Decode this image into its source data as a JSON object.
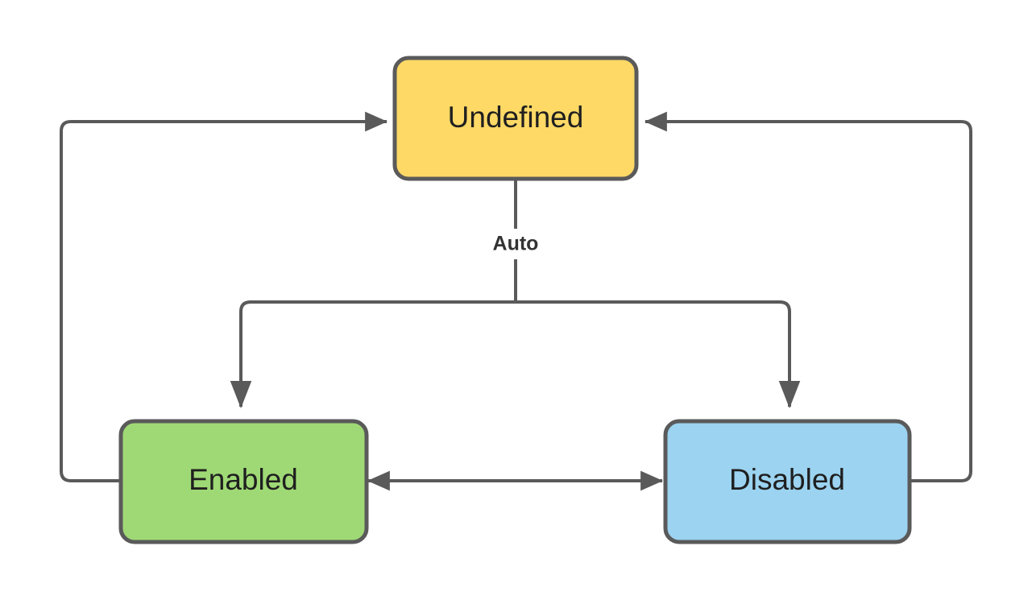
{
  "diagram": {
    "type": "state-transition-diagram",
    "background_color": "#ffffff",
    "stroke_color": "#5a5a5a",
    "nodes": [
      {
        "id": "undefined",
        "label": "Undefined",
        "fill": "#ffd966",
        "border": "#5a5a5a",
        "text_color": "#1f1f1f"
      },
      {
        "id": "enabled",
        "label": "Enabled",
        "fill": "#9fd975",
        "border": "#5a5a5a",
        "text_color": "#1f1f1f"
      },
      {
        "id": "disabled",
        "label": "Disabled",
        "fill": "#9bd3f0",
        "border": "#5a5a5a",
        "text_color": "#1f1f1f"
      }
    ],
    "edges": [
      {
        "id": "undefined-to-enabled",
        "from": "undefined",
        "to": "enabled",
        "label": "Auto",
        "direction": "forward"
      },
      {
        "id": "undefined-to-disabled",
        "from": "undefined",
        "to": "disabled",
        "label": "Auto",
        "direction": "forward"
      },
      {
        "id": "enabled-to-undefined",
        "from": "enabled",
        "to": "undefined",
        "label": "",
        "direction": "forward"
      },
      {
        "id": "disabled-to-undefined",
        "from": "disabled",
        "to": "undefined",
        "label": "",
        "direction": "forward"
      },
      {
        "id": "enabled-disabled-bidirectional",
        "from": "enabled",
        "to": "disabled",
        "label": "",
        "direction": "bidirectional"
      }
    ],
    "labels": {
      "auto": "Auto"
    }
  }
}
